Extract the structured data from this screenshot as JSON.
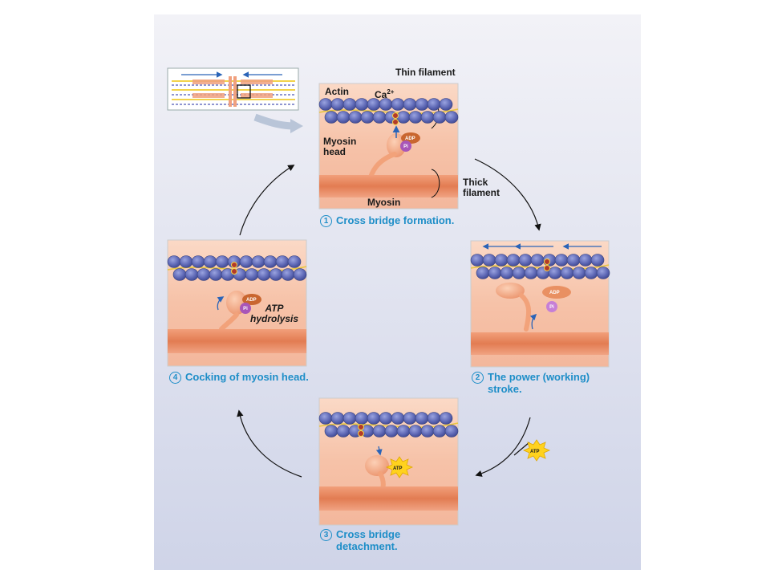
{
  "labels": {
    "thin_filament": "Thin filament",
    "actin": "Actin",
    "ca": "Ca",
    "ca_sup": "2+",
    "myosin_head": "Myosin\nhead",
    "thick_filament": "Thick\nfilament",
    "myosin": "Myosin",
    "adp": "ADP",
    "pi": "Pi",
    "atp": "ATP",
    "atp_hydrolysis": "ATP\nhydrolysis"
  },
  "steps": [
    {
      "num": "1",
      "text": "Cross bridge formation."
    },
    {
      "num": "2",
      "text": "The power (working)\nstroke."
    },
    {
      "num": "3",
      "text": "Cross bridge\ndetachment."
    },
    {
      "num": "4",
      "text": "Cocking of myosin head."
    }
  ],
  "colors": {
    "actin": "#5d68b5",
    "myosin": "#f2a27a",
    "thick": "#e8895e",
    "panel": "#f7c8b0",
    "step_text": "#1e8ec8",
    "atp_star": "#ffd21e"
  }
}
